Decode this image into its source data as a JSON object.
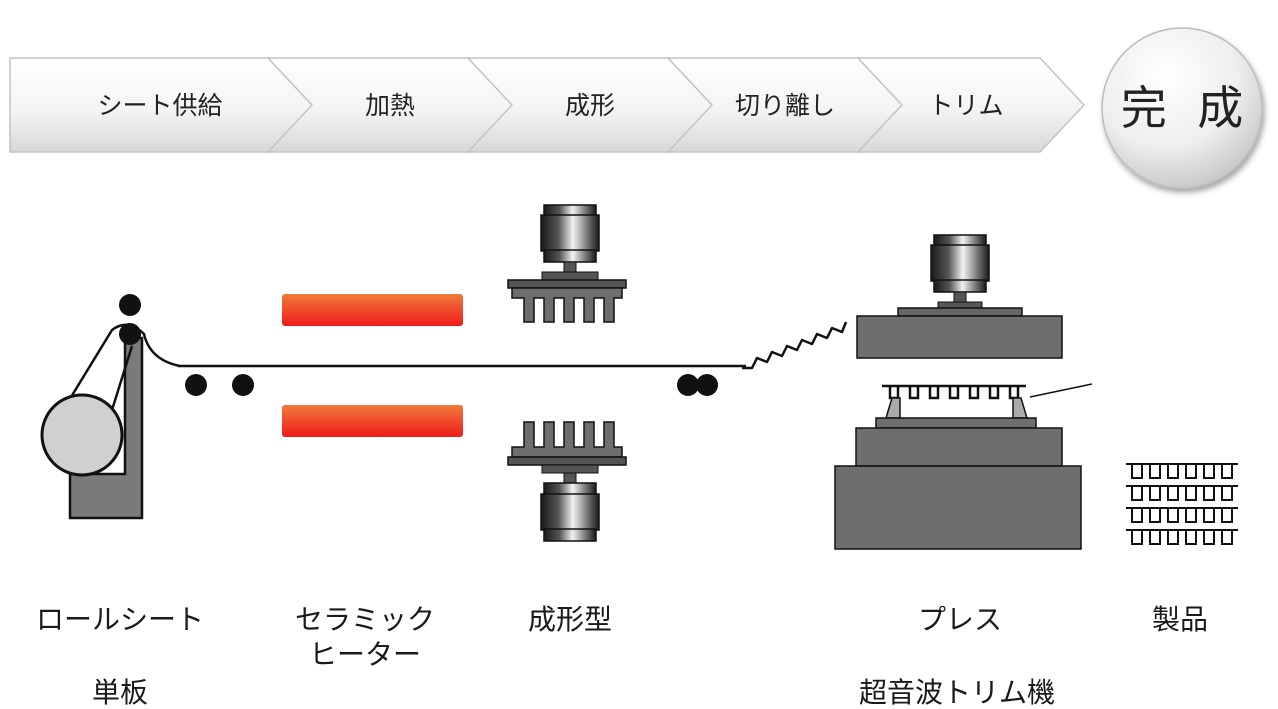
{
  "process_steps": [
    {
      "label": "シート供給"
    },
    {
      "label": "加熱"
    },
    {
      "label": "成形"
    },
    {
      "label": "切り離し"
    },
    {
      "label": "トリム"
    }
  ],
  "final_step": {
    "label": "完 成"
  },
  "captions": {
    "roll_sheet": "ロールシート",
    "single_plate": "単板",
    "ceramic_heater_line1": "セラミック",
    "ceramic_heater_line2": "ヒーター",
    "mold": "成形型",
    "press": "プレス",
    "ultrasonic_trim": "超音波トリム機",
    "product": "製品"
  },
  "colors": {
    "heater_top": "#f07a3a",
    "heater_bottom": "#ee1b1b",
    "machine_gray": "#6e6e6e",
    "roller_black": "#111111"
  }
}
